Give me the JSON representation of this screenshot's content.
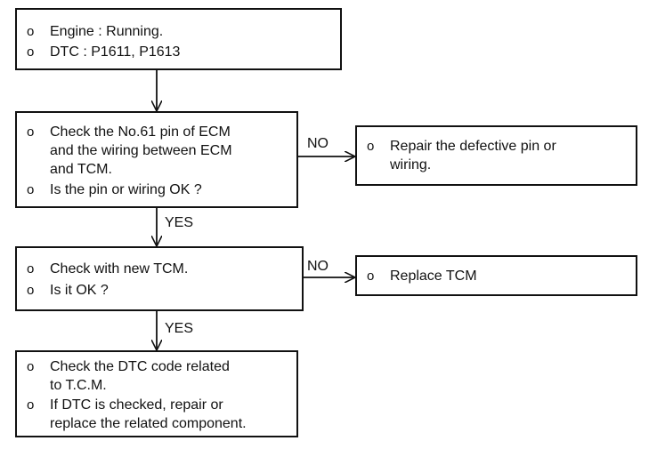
{
  "flowchart": {
    "box1": {
      "items": [
        {
          "bullet": "o",
          "text": "Engine : Running."
        },
        {
          "bullet": "o",
          "text": "DTC : P1611, P1613"
        }
      ]
    },
    "box2": {
      "items": [
        {
          "bullet": "o",
          "text": "Check the No.61 pin of ECM\nand the wiring between ECM\nand TCM."
        },
        {
          "bullet": "o",
          "text": "Is the pin or wiring OK ?"
        }
      ]
    },
    "box3": {
      "items": [
        {
          "bullet": "o",
          "text": "Repair the defective pin or\nwiring."
        }
      ]
    },
    "box4": {
      "items": [
        {
          "bullet": "o",
          "text": "Check with new TCM."
        },
        {
          "bullet": "o",
          "text": "Is it OK ?"
        }
      ]
    },
    "box5": {
      "items": [
        {
          "bullet": "o",
          "text": "Replace TCM"
        }
      ]
    },
    "box6": {
      "items": [
        {
          "bullet": "o",
          "text": "Check the DTC code related\nto T.C.M."
        },
        {
          "bullet": "o",
          "text": "If DTC is checked, repair or\nreplace the related component."
        }
      ]
    },
    "labels": {
      "no_1": "NO",
      "yes_1": "YES",
      "no_2": "NO",
      "yes_2": "YES"
    }
  }
}
